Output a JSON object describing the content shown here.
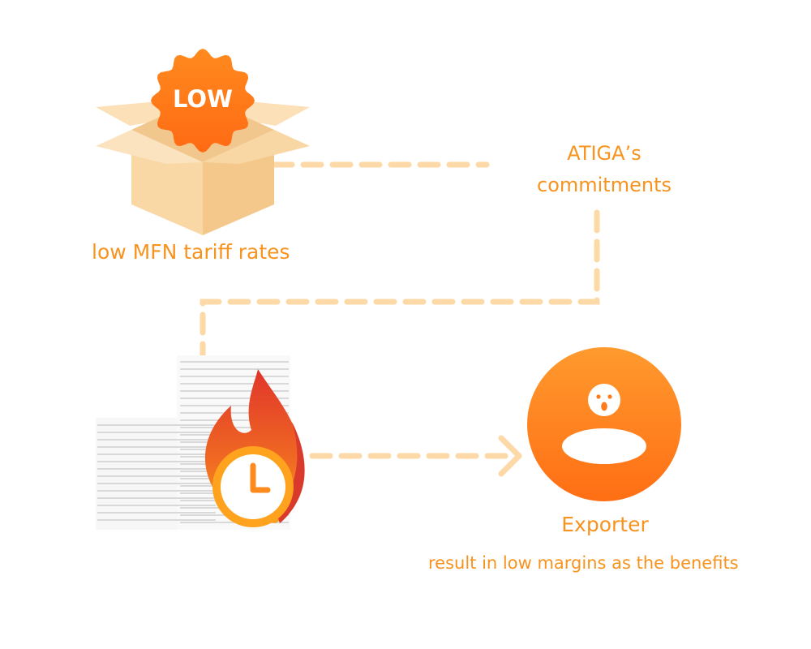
{
  "badge": {
    "text": "LOW"
  },
  "labels": {
    "tariff": "low MFN tariff rates",
    "commitments_line1": "ATIGA’s",
    "commitments_line2": "commitments",
    "exporter": "Exporter",
    "result": "result in low margins as the benefits"
  },
  "colors": {
    "accent": "#F7931E",
    "connector": "#FCD9A6",
    "badge": "#FF7A1A",
    "box": "#F6CD92",
    "exporter_circle": "#FF7D1F",
    "flame_red": "#D93A2B",
    "flame_orange": "#F7931E"
  },
  "icons": [
    "box-icon",
    "low-badge-icon",
    "paper-stack-icon",
    "flame-icon",
    "clock-icon",
    "exporter-avatar-icon",
    "arrow-head-icon"
  ]
}
